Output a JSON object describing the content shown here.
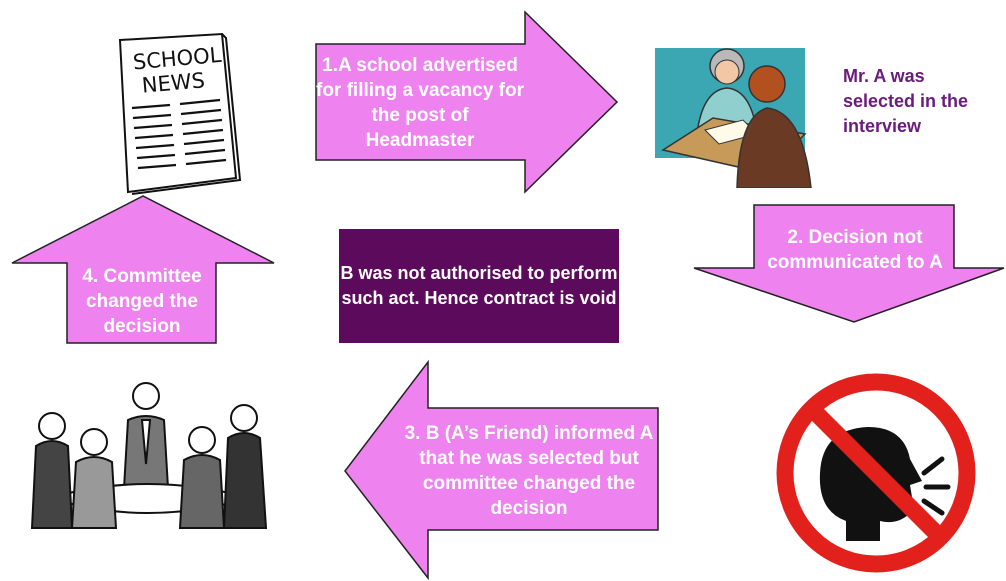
{
  "colors": {
    "arrow_fill": "#ee82ee",
    "arrow_stroke": "#222222",
    "box_fill": "#5c0a5c",
    "side_text": "#6a1b7d",
    "no_sign": "#e3211c"
  },
  "icons": [
    "newspaper-icon",
    "interview-icon",
    "no-speaking-icon",
    "meeting-icon"
  ],
  "newspaper": {
    "line1": "SCHOOL",
    "line2": "NEWS"
  },
  "steps": {
    "step1": "1.A school advertised for filling a vacancy for the post of Headmaster",
    "step2": "2. Decision not communicated to A",
    "step3": "3. B (A’s Friend) informed A that he was selected but committee changed the decision",
    "step4": "4. Committee changed the decision"
  },
  "side_note": "Mr. A was selected in the interview",
  "conclusion": "B was not authorised to perform such act. Hence contract is void"
}
